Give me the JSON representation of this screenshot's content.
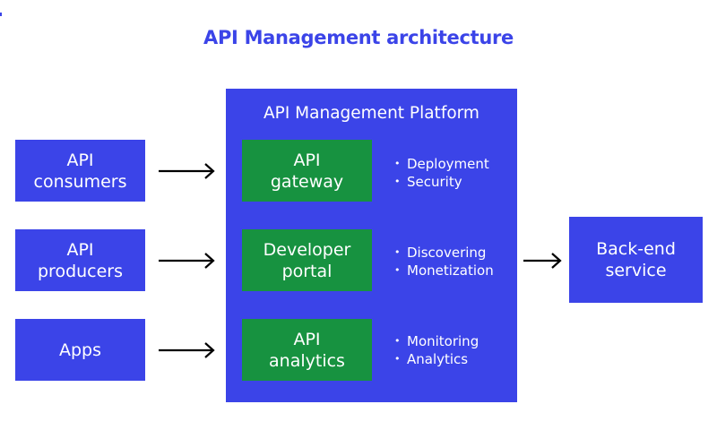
{
  "title": "API Management architecture",
  "colors": {
    "primary_blue": "#3b44e8",
    "component_green": "#179240",
    "text_white": "#ffffff",
    "arrow": "#000000"
  },
  "sources": [
    {
      "line1": "API",
      "line2": "consumers"
    },
    {
      "line1": "API",
      "line2": "producers"
    },
    {
      "line1": "Apps",
      "line2": ""
    }
  ],
  "platform": {
    "title": "API Management Platform",
    "components": [
      {
        "line1": "API",
        "line2": "gateway",
        "features": [
          "Deployment",
          "Security"
        ]
      },
      {
        "line1": "Developer",
        "line2": "portal",
        "features": [
          "Discovering",
          "Monetization"
        ]
      },
      {
        "line1": "API",
        "line2": "analytics",
        "features": [
          "Monitoring",
          "Analytics"
        ]
      }
    ]
  },
  "backend": {
    "line1": "Back-end",
    "line2": "service"
  },
  "icons": {
    "arrow": "arrow-right-icon"
  }
}
